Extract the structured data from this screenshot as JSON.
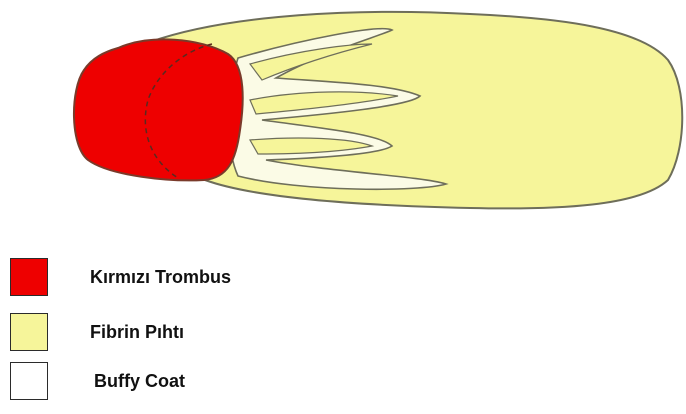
{
  "legend": {
    "items": [
      {
        "label": "Kırmızı Trombus",
        "color": "#ee0000"
      },
      {
        "label": "Fibrin Pıhtı",
        "color": "#f6f59a"
      },
      {
        "label": "Buffy Coat",
        "color": "#ffffff"
      }
    ]
  },
  "colors": {
    "outline": "#6e6e5a",
    "red_thrombus": "#ee0000",
    "fibrin": "#f6f59a",
    "buffy": "#fbfbe6"
  }
}
